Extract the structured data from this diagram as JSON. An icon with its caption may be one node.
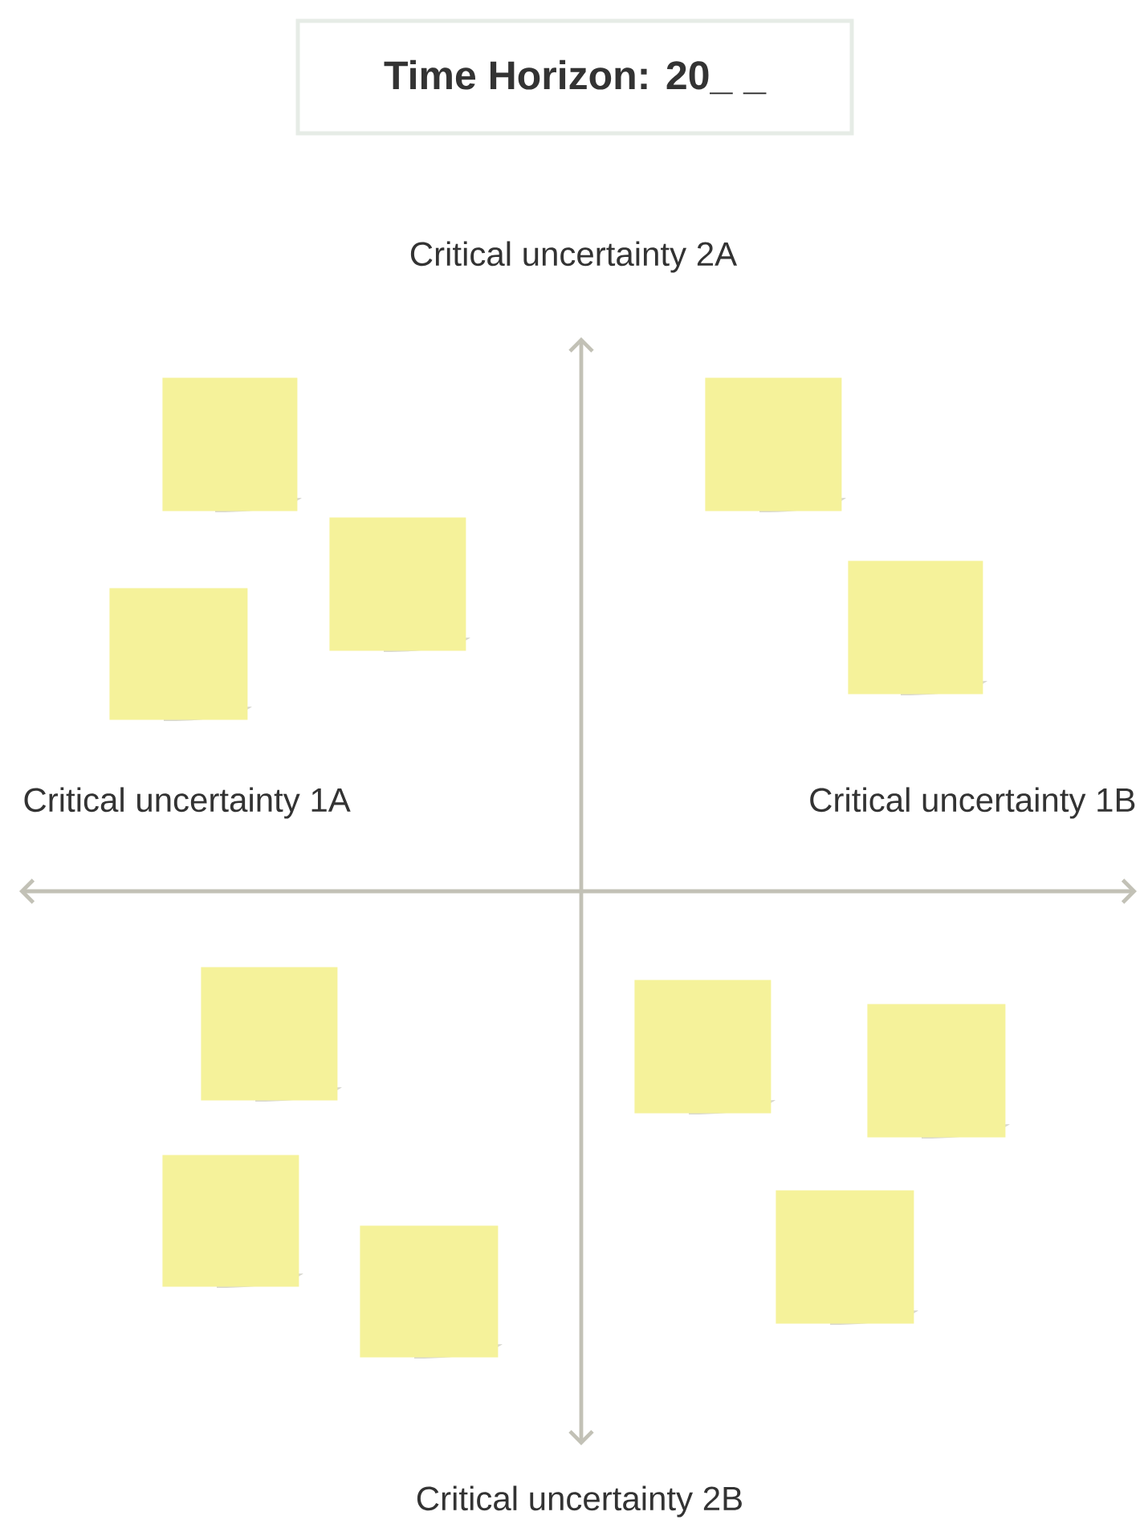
{
  "diagram": {
    "title": "Time Horizon: 20_ _",
    "nodes": [
      {
        "text": [],
        "shape": "box"
      },
      {
        "text": [],
        "shape": "box"
      },
      {
        "text": [],
        "shape": "box"
      },
      {
        "text": [],
        "shape": "box"
      },
      {
        "text": [],
        "shape": "box"
      },
      {
        "text": [],
        "shape": "box"
      },
      {
        "text": [],
        "shape": "box"
      },
      {
        "text": [],
        "shape": "box"
      },
      {
        "text": [],
        "shape": "box"
      },
      {
        "text": [],
        "shape": "box"
      },
      {
        "text": [],
        "shape": "box"
      }
    ],
    "labels": [
      "Critical uncertainty 2A",
      "Critical uncertainty 1A",
      "Critical uncertainty 1B",
      "Critical uncertainty 2B"
    ]
  }
}
